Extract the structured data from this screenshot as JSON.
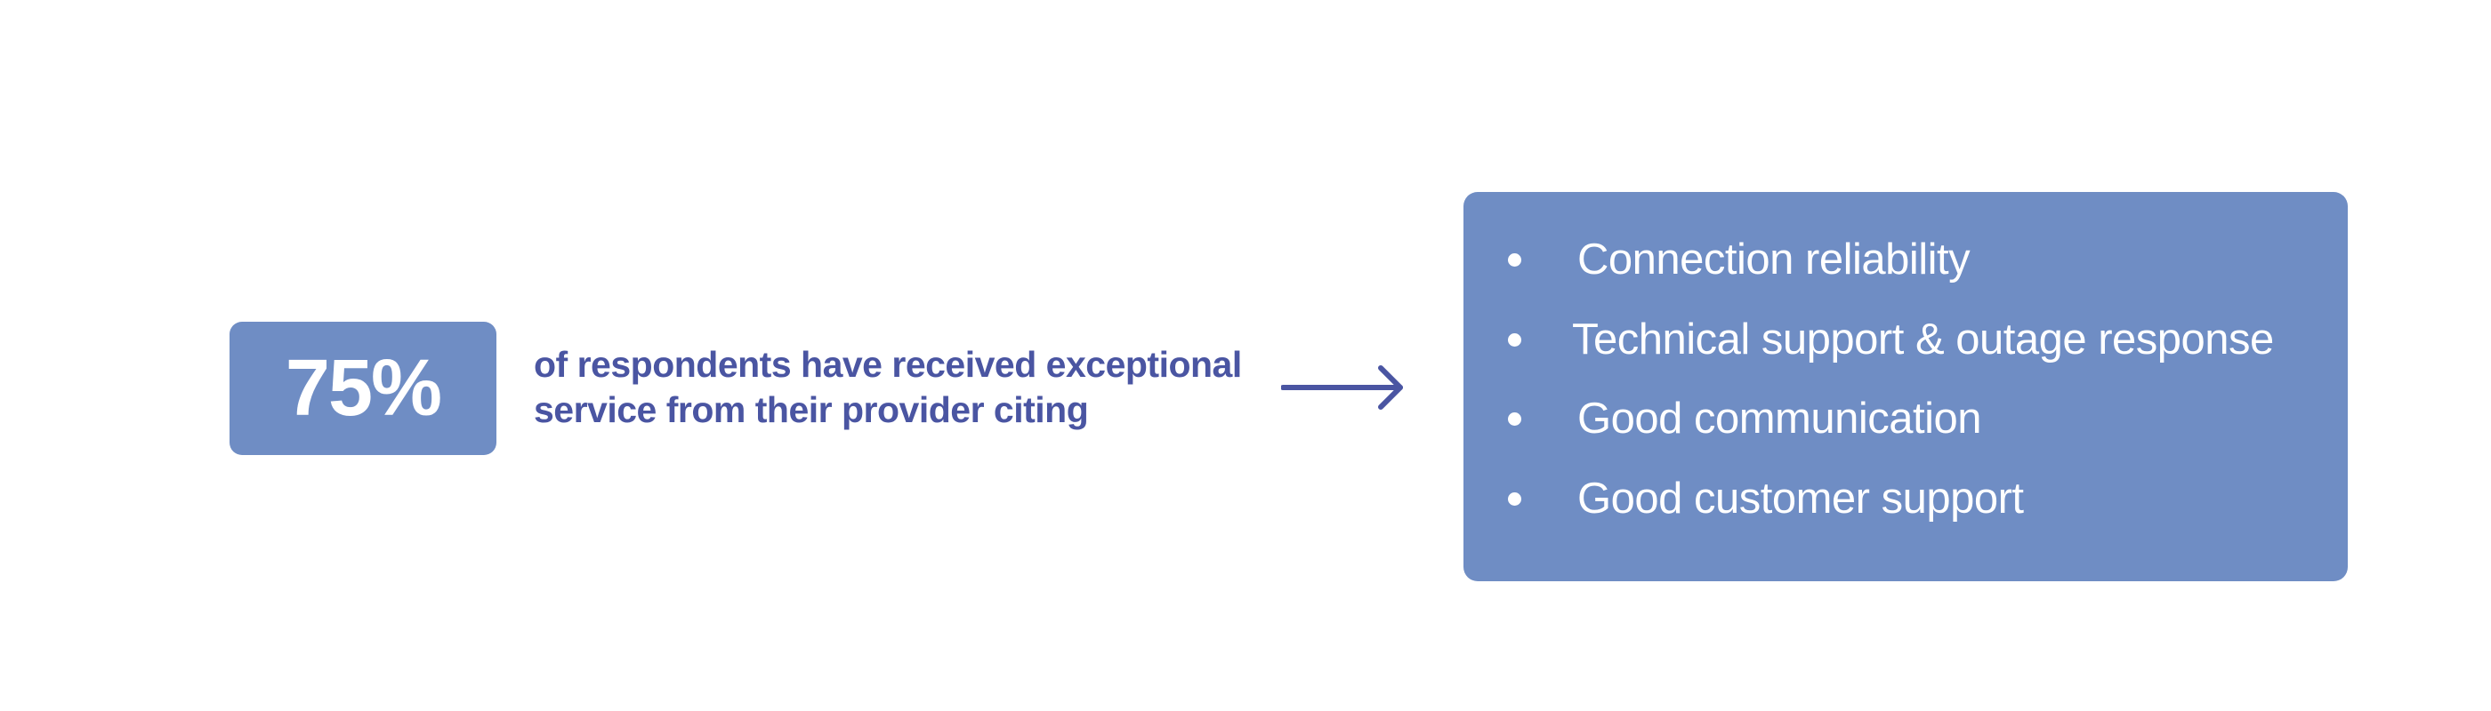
{
  "stat": {
    "value": "75%",
    "line1": "of respondents have received exceptional",
    "line2": "service from their provider citing"
  },
  "reasons": [
    "Connection reliability",
    "Technical support & outage response",
    "Good communication",
    "Good customer support"
  ],
  "colors": {
    "box_fill": "#6f8dc4",
    "text_accent": "#4a55a2",
    "box_text": "#ffffff",
    "background": "#ffffff"
  },
  "icons": {
    "arrow": "arrow-right-icon",
    "bullet": "bullet-dot-icon"
  }
}
